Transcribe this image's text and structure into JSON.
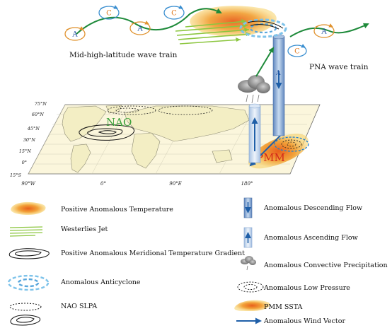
{
  "wave_labels": {
    "mid_high": "Mid-high-latitude wave train",
    "pna": "PNA wave train"
  },
  "centers": {
    "anticyclone": "A",
    "cyclone": "C"
  },
  "map": {
    "lat_ticks": [
      "75°N",
      "60°N",
      "45°N",
      "30°N",
      "15°N",
      "0°",
      "15°S"
    ],
    "lon_ticks": [
      "90°W",
      "0°",
      "90°E",
      "180°"
    ],
    "nao_label": "NAO",
    "pmm_label": "PMM"
  },
  "legend_left": [
    "Positive Anomalous Temperature",
    "Westerlies Jet",
    "Positive Anomalous Meridional Temperature Gradient",
    "Anomalous Anticyclone",
    "NAO SLPA"
  ],
  "legend_right": [
    "Anomalous Descending Flow",
    "Anomalous Ascending Flow",
    "Anomalous Convective Precipitation",
    "Anomalous Low Pressure",
    "PMM SSTA",
    "Anomalous Wind Vector"
  ],
  "colors": {
    "wave_arrow": "#1e8a3a",
    "anticyclone_ring": "#e0922e",
    "anticyclone_text": "#1f4fa0",
    "cyclone_ring": "#3b8fd0",
    "cyclone_text": "#e07a20",
    "nao_text": "#3aa03a",
    "pmm_text": "#d42a1a",
    "warm": "#f2a23a",
    "warm_core": "#e8601c",
    "jet": "#8cc63f",
    "column": "#8fb3db"
  }
}
